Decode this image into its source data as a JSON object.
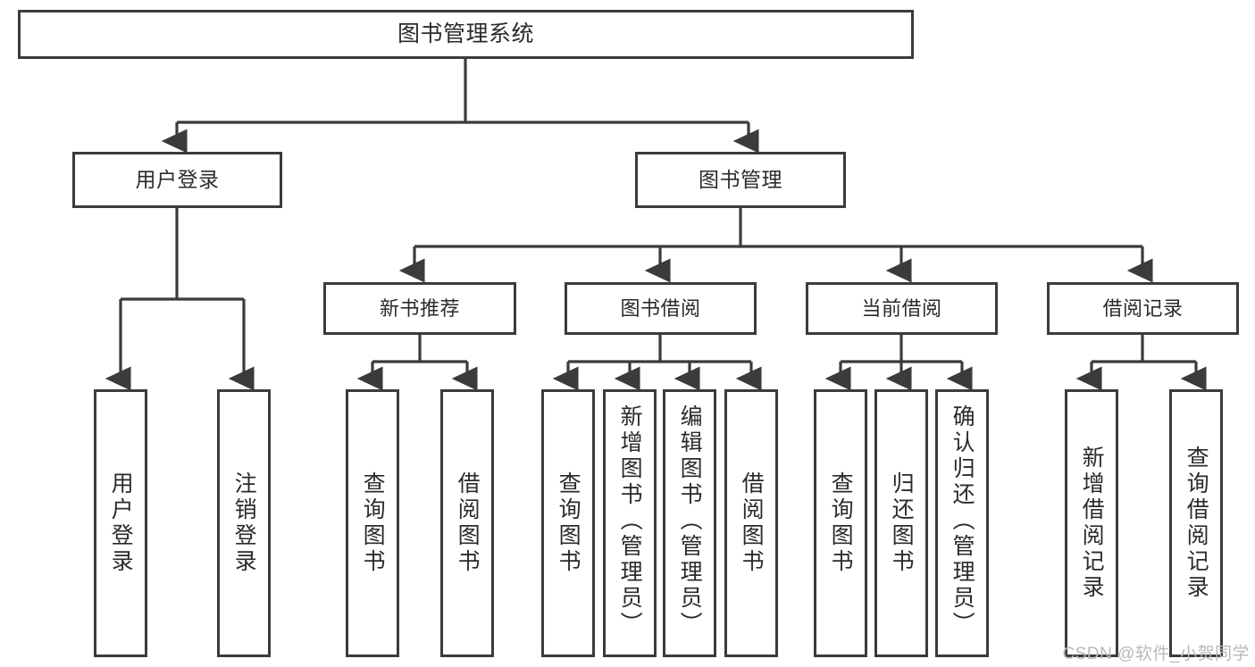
{
  "diagram": {
    "title": "图书管理系统",
    "watermark": "CSDN @软件_小贺同学",
    "colors": {
      "border": "#3b3b3b",
      "background": "#ffffff",
      "text": "#2b2b2b",
      "watermark": "#b9b9b9"
    },
    "root": {
      "label": "图书管理系统"
    },
    "level2": [
      {
        "label": "用户登录"
      },
      {
        "label": "图书管理"
      }
    ],
    "level3": [
      {
        "label": "新书推荐"
      },
      {
        "label": "图书借阅"
      },
      {
        "label": "当前借阅"
      },
      {
        "label": "借阅记录"
      }
    ],
    "leaves": {
      "user_login": [
        {
          "label": "用户登录"
        },
        {
          "label": "注销登录"
        }
      ],
      "new_book": [
        {
          "label": "查询图书"
        },
        {
          "label": "借阅图书"
        }
      ],
      "borrow_book": [
        {
          "label": "查询图书"
        },
        {
          "label": "新增图书（管理员）"
        },
        {
          "label": "编辑图书（管理员）"
        },
        {
          "label": "借阅图书"
        }
      ],
      "current_borrow": [
        {
          "label": "查询图书"
        },
        {
          "label": "归还图书"
        },
        {
          "label": "确认归还（管理员）"
        }
      ],
      "borrow_record": [
        {
          "label": "新增借阅记录"
        },
        {
          "label": "查询借阅记录"
        }
      ]
    }
  }
}
